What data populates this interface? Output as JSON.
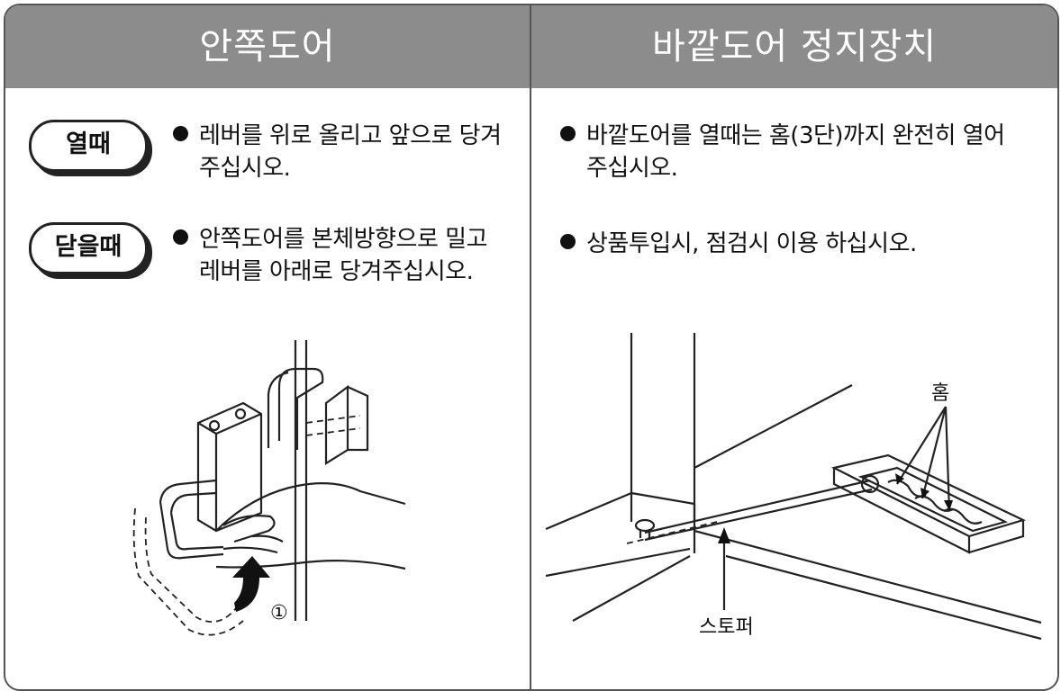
{
  "left_panel": {
    "title": "안쪽도어",
    "open_badge": "열때",
    "open_text_line1": "레버를 위로 올리고 앞으로 당겨",
    "open_text_line2": "주십시오.",
    "close_badge": "닫을때",
    "close_text_line1": "안쪽도어를 본체방향으로 밀고",
    "close_text_line2": "레버를 아래로 당겨주십시오.",
    "figure_step_label": "①"
  },
  "right_panel": {
    "title": "바깥도어 정지장치",
    "bullet1_line1": "바깥도어를 열때는 홈(3단)까지 완전히 열어",
    "bullet1_line2": "주십시오.",
    "bullet2": "상품투입시, 점검시 이용 하십시오.",
    "figure_groove_label": "홈",
    "figure_stopper_label": "스토퍼"
  }
}
